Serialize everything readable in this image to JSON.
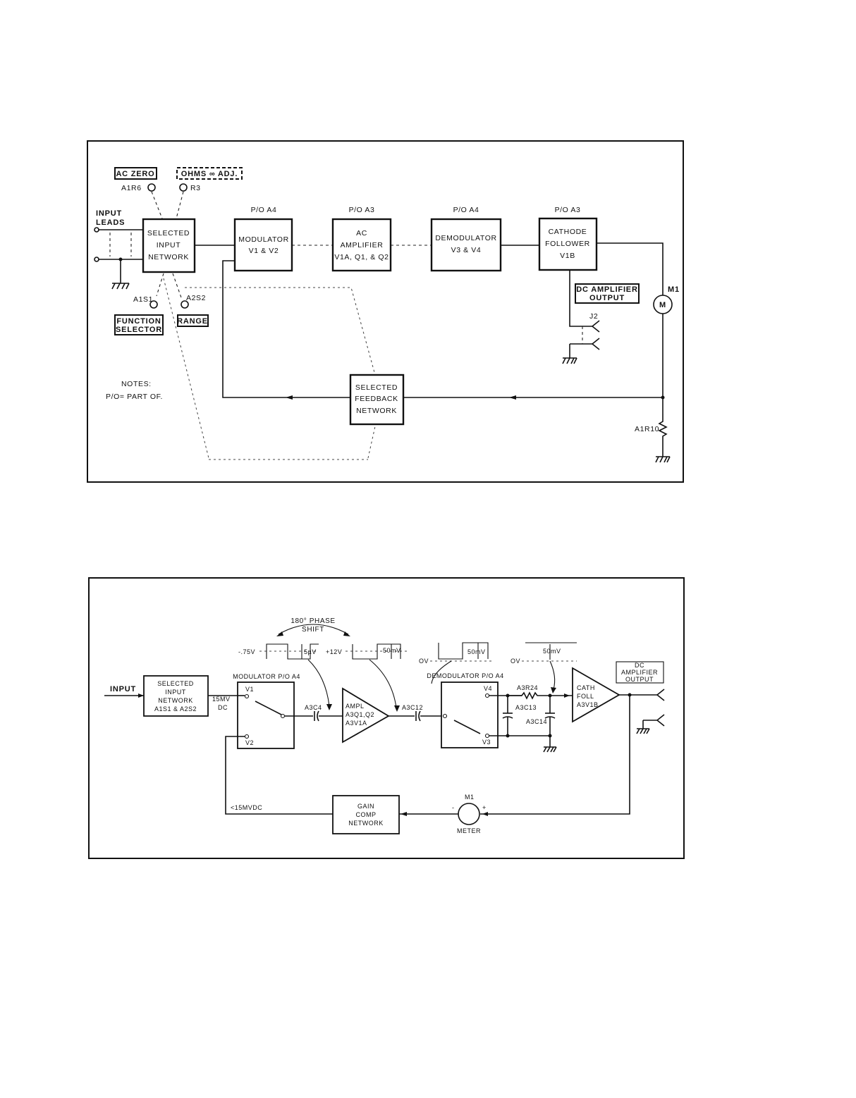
{
  "diagram1": {
    "labels": {
      "ac_zero": "AC ZERO",
      "ohms_adj": "OHMS ∞ ADJ.",
      "a1r6": "A1R6",
      "r3": "R3",
      "input_leads_1": "INPUT",
      "input_leads_2": "LEADS",
      "a1s1": "A1S1",
      "a2s2": "A2S2",
      "function_selector_1": "FUNCTION",
      "function_selector_2": "SELECTOR",
      "range": "RANGE",
      "notes": "NOTES:",
      "notes_po": "P/O= PART OF.",
      "dc_amp_out_1": "DC AMPLIFIER",
      "dc_amp_out_2": "OUTPUT",
      "j2": "J2",
      "m1": "M1",
      "meter_symbol": "M",
      "a1r10": "A1R10"
    },
    "blocks": {
      "sel_input": [
        "SELECTED",
        "INPUT",
        "NETWORK"
      ],
      "modulator": {
        "part": "P/O A4",
        "lines": [
          "MODULATOR",
          "V1 & V2"
        ]
      },
      "ac_amp": {
        "part": "P/O A3",
        "lines": [
          "AC",
          "AMPLIFIER",
          "V1A, Q1, & Q2"
        ]
      },
      "demodulator": {
        "part": "P/O A4",
        "lines": [
          "DEMODULATOR",
          "V3 & V4"
        ]
      },
      "cathode": {
        "part": "P/O A3",
        "lines": [
          "CATHODE",
          "FOLLOWER",
          "V1B"
        ]
      },
      "feedback": [
        "SELECTED",
        "FEEDBACK",
        "NETWORK"
      ]
    }
  },
  "diagram2": {
    "labels": {
      "phase_1": "180° PHASE",
      "phase_2": "SHIFT",
      "v_neg75": "-.75V",
      "v_pos12": "+12V",
      "ov_1": "OV",
      "ov_2": "OV",
      "w1": "5µV",
      "w2": "50mV",
      "w3": "50mV",
      "w4": "50mV",
      "input": "INPUT",
      "mod_title": "MODULATOR P/O A4",
      "demod_title": "DEMODULATOR P/O A4",
      "v1": "V1",
      "v2": "V2",
      "v3": "V3",
      "v4": "V4",
      "mv_1": "15MV",
      "mv_2": "DC",
      "a3c4": "A3C4",
      "a3c12": "A3C12",
      "a3r24": "A3R24",
      "a3c13": "A3C13",
      "a3c14": "A3C14",
      "dc_out_1": "DC",
      "dc_out_2": "AMPLIFIER",
      "dc_out_3": "OUTPUT",
      "fb_mv": "<15MVDC",
      "m1": "M1",
      "meter": "METER",
      "minus": "-",
      "plus": "+"
    },
    "blocks": {
      "sel_input": [
        "SELECTED",
        "INPUT",
        "NETWORK",
        "A1S1 & A2S2"
      ],
      "ampl": [
        "AMPL",
        "A3Q1,Q2",
        "A3V1A"
      ],
      "cath": [
        "CATH",
        "FOLL",
        "A3V1B"
      ],
      "gain": [
        "GAIN",
        "COMP",
        "NETWORK"
      ]
    }
  }
}
